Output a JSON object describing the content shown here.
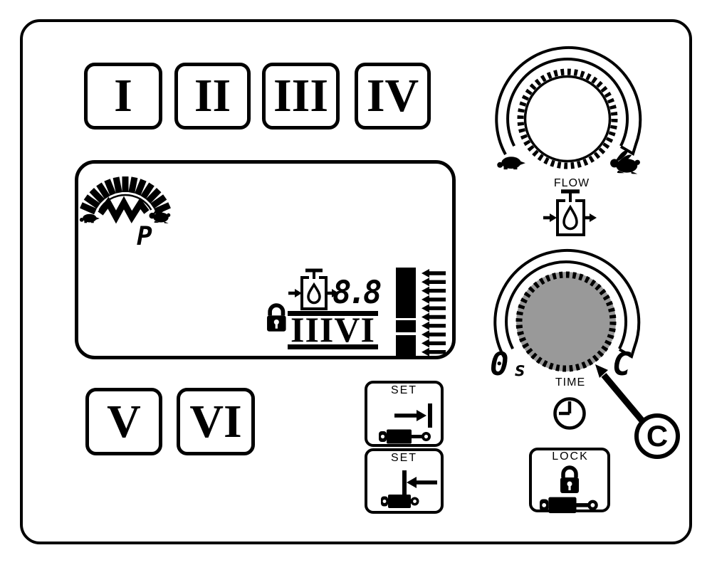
{
  "colors": {
    "ink": "#000000",
    "panel_bg": "#ffffff",
    "knob_gray": "#999999"
  },
  "function_buttons": {
    "top_row": [
      {
        "label": "I"
      },
      {
        "label": "II"
      },
      {
        "label": "III"
      },
      {
        "label": "IV"
      }
    ],
    "bottom_row": [
      {
        "label": "V"
      },
      {
        "label": "VI"
      }
    ]
  },
  "display": {
    "pressure_symbol": "P",
    "flow_rate_value": "8.8",
    "section_range_indicator": "IIIVI",
    "icons": [
      "speed-gauge",
      "turtle",
      "wave",
      "rabbit",
      "flow-valve-droplet",
      "padlock",
      "boom-level-bar",
      "nozzle-arrows"
    ]
  },
  "flow_knob": {
    "label": "FLOW",
    "slow_icon": "turtle",
    "fast_icon": "rabbit",
    "below_icon": "flow-valve-droplet"
  },
  "time_knob": {
    "label": "TIME",
    "min_value": "0",
    "min_unit": "s",
    "max_value": "C",
    "below_icon": "clock"
  },
  "set_extend_button": {
    "label": "SET",
    "icon": "arrow-to-end-cylinder-extended"
  },
  "set_retract_button": {
    "label": "SET",
    "icon": "arrow-to-start-cylinder-retracted"
  },
  "lock_button": {
    "label": "LOCK",
    "icon": "padlock-over-cylinder"
  },
  "callout": {
    "label": "C"
  }
}
